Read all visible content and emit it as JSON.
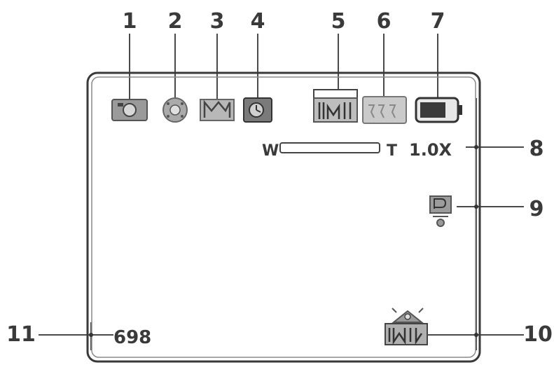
{
  "callouts": {
    "n1": "1",
    "n2": "2",
    "n3": "3",
    "n4": "4",
    "n5": "5",
    "n6": "6",
    "n7": "7",
    "n8": "8",
    "n9": "9",
    "n10": "10",
    "n11": "11"
  },
  "screen": {
    "zoom_wide_label": "W",
    "zoom_tele_label": "T",
    "zoom_value": "1.0X",
    "shots_remaining": "698",
    "zoom_level_fraction": 0
  },
  "icons": {
    "i1": "camera-mode-icon",
    "i2": "flash-icon",
    "i3": "macro-icon",
    "i4": "self-timer-icon",
    "i5": "resolution-icon",
    "i6": "quality-icon",
    "i7": "battery-icon",
    "i9": "exposure-icon",
    "i10": "white-balance-icon"
  }
}
